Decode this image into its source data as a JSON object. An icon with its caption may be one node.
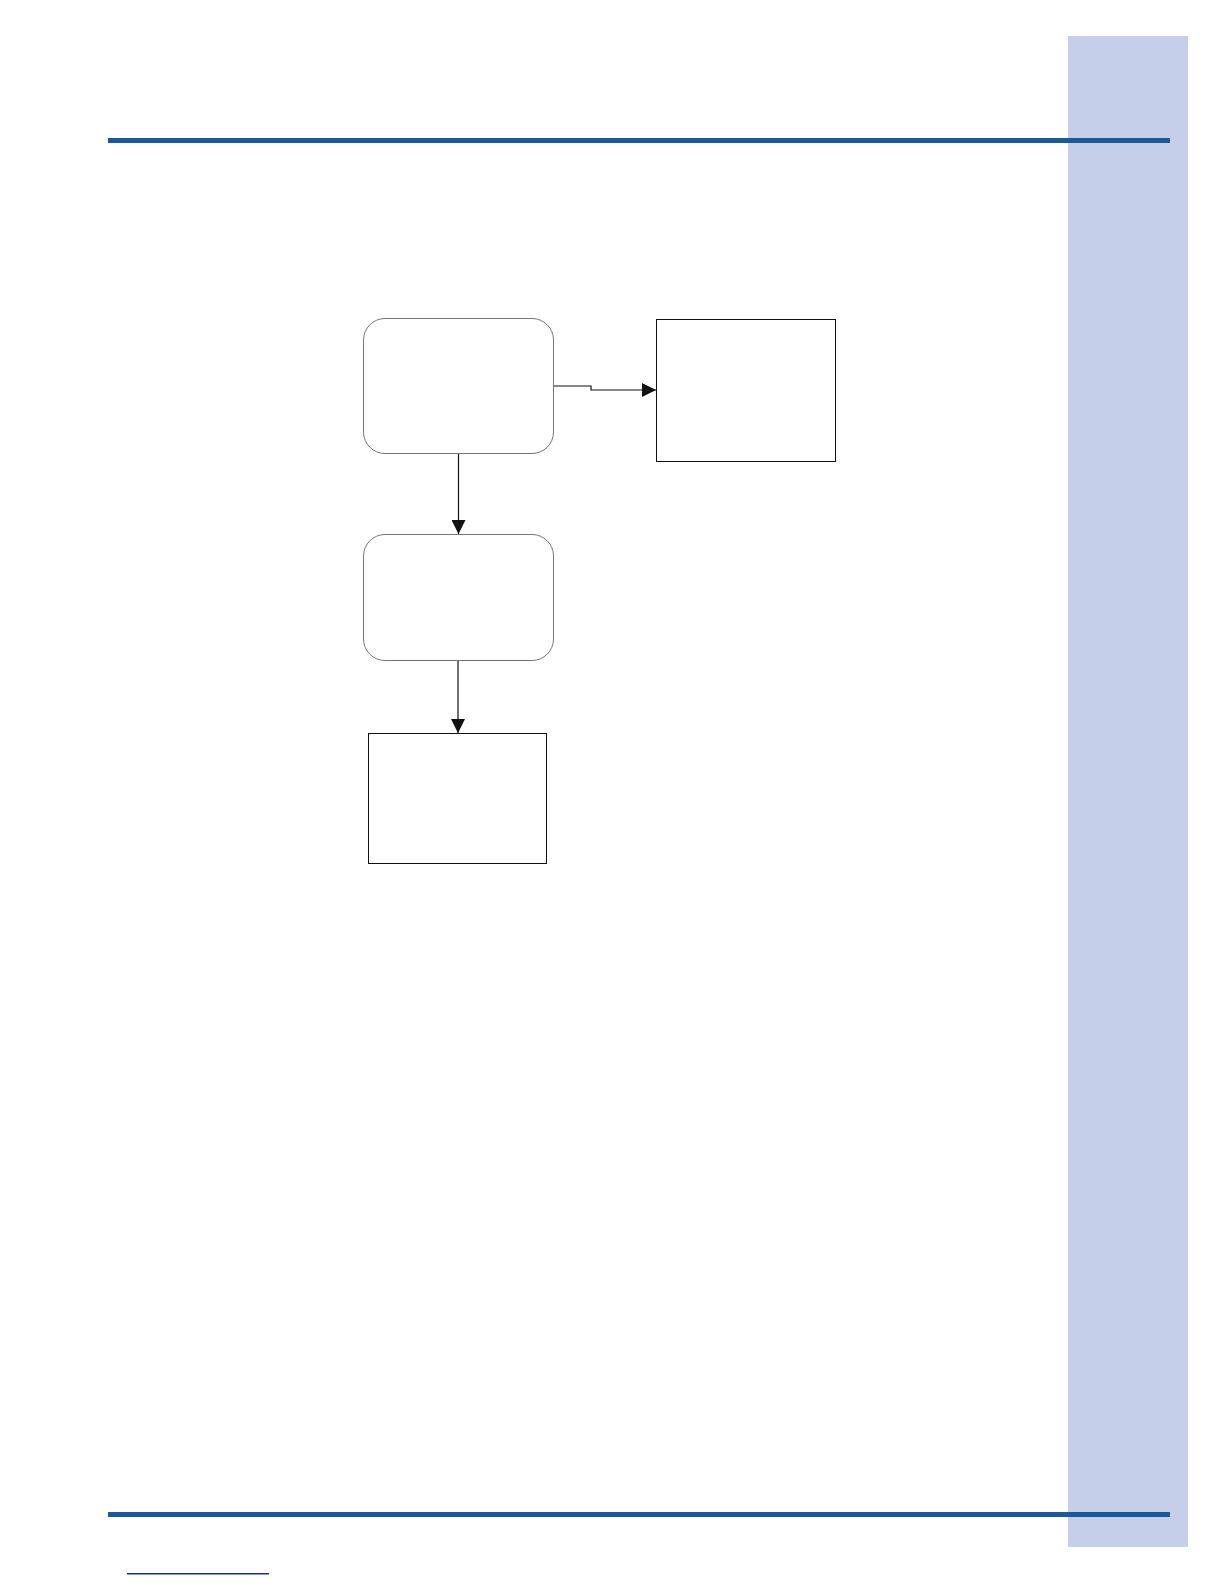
{
  "diagram": {
    "nodes": [
      {
        "text": [],
        "shape": "rounded"
      },
      {
        "text": [],
        "shape": "box"
      },
      {
        "text": [],
        "shape": "rounded"
      },
      {
        "text": [],
        "shape": "box"
      }
    ],
    "edges": [
      {
        "from": 0,
        "to": 1,
        "arrow": "to"
      },
      {
        "from": 0,
        "to": 2,
        "arrow": "to"
      },
      {
        "from": 2,
        "to": 3,
        "arrow": "to"
      }
    ]
  }
}
